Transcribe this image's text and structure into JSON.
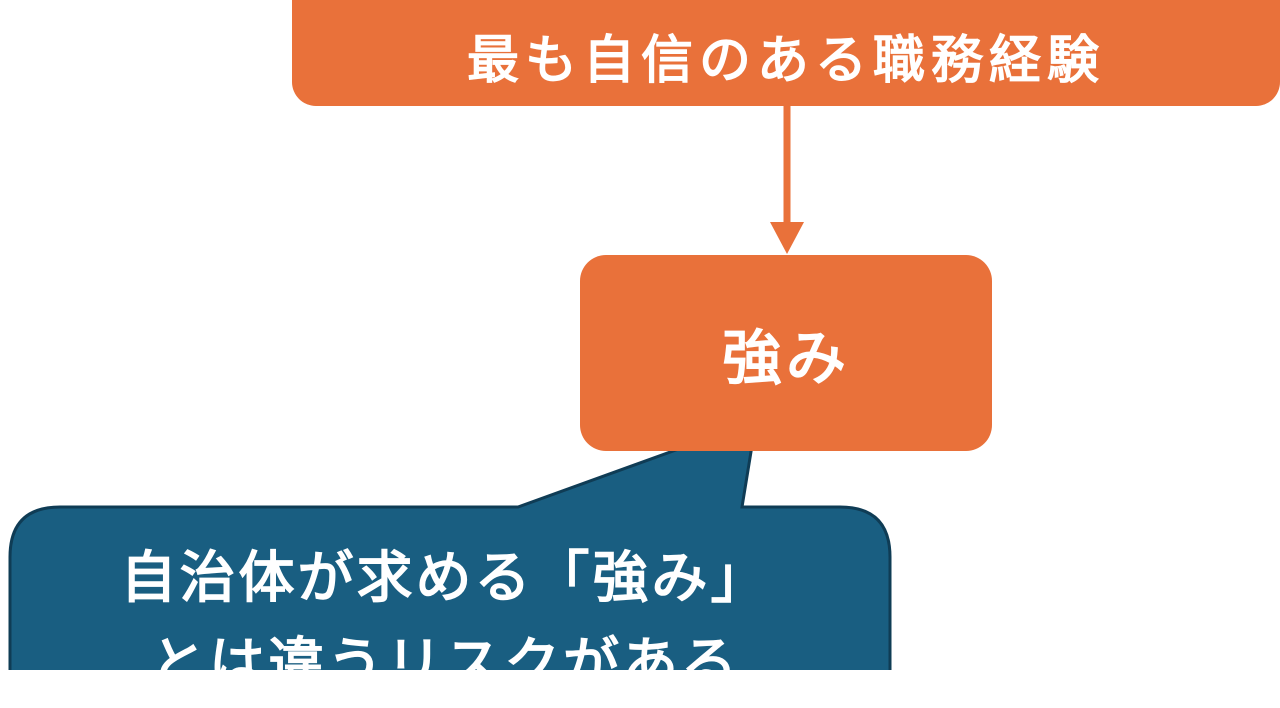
{
  "diagram": {
    "top_node": {
      "label": "最も自信のある職務経験"
    },
    "middle_node": {
      "label": "強み"
    },
    "callout": {
      "lines": [
        "自治体が求める「強み」",
        "とは違うリスクがある"
      ]
    }
  },
  "colors": {
    "node_fill": "#e9713a",
    "arrow": "#e9713a",
    "callout_fill": "#195e81",
    "callout_stroke": "#0f3c55",
    "text": "#ffffff"
  }
}
